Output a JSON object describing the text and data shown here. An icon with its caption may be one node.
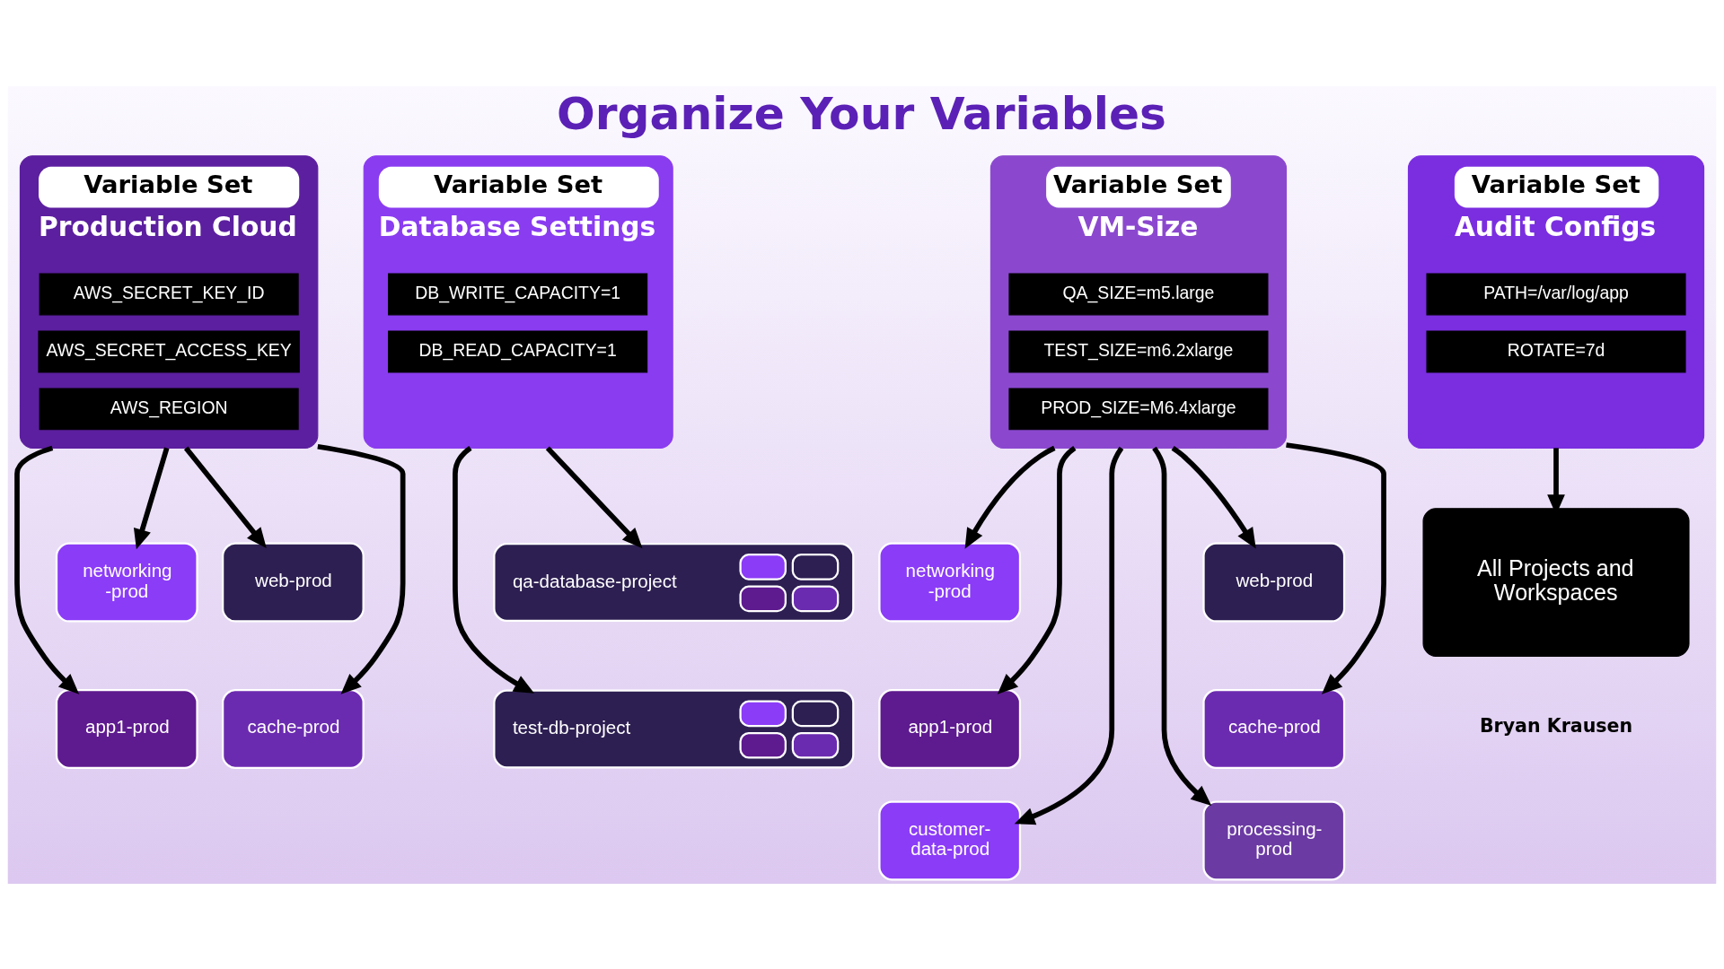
{
  "diagram": {
    "title": "Organize Your Variables",
    "nodes": [
      {
        "text": [
          "Variable Set",
          "Production Cloud"
        ]
      },
      {
        "text": [
          "AWS_SECRET_KEY_ID"
        ],
        "in": 0
      },
      {
        "text": [
          "AWS_SECRET_ACCESS_KEY"
        ],
        "in": 0
      },
      {
        "text": [
          "AWS_REGION"
        ],
        "in": 0
      },
      {
        "text": [
          "Variable Set",
          "Database Settings"
        ]
      },
      {
        "text": [
          "DB_WRITE_CAPACITY=1"
        ],
        "in": 4
      },
      {
        "text": [
          "DB_READ_CAPACITY=1"
        ],
        "in": 4
      },
      {
        "text": [
          "Variable Set",
          "VM-Size"
        ]
      },
      {
        "text": [
          "QA_SIZE=m5.large"
        ],
        "in": 7
      },
      {
        "text": [
          "TEST_SIZE=m6.2xlarge"
        ],
        "in": 7
      },
      {
        "text": [
          "PROD_SIZE=M6.4xlarge"
        ],
        "in": 7
      },
      {
        "text": [
          "Variable Set",
          "Audit Configs"
        ]
      },
      {
        "text": [
          "PATH=/var/log/app"
        ],
        "in": 11
      },
      {
        "text": [
          "ROTATE=7d"
        ],
        "in": 11
      },
      {
        "text": [
          "networking -prod"
        ]
      },
      {
        "text": [
          "web-prod"
        ]
      },
      {
        "text": [
          "app1-prod"
        ]
      },
      {
        "text": [
          "cache-prod"
        ]
      },
      {
        "text": [
          "qa-database-project"
        ]
      },
      {
        "text": [
          "test-db-project"
        ]
      },
      {
        "text": [
          "networking -prod"
        ]
      },
      {
        "text": [
          "web-prod"
        ]
      },
      {
        "text": [
          "app1-prod"
        ]
      },
      {
        "text": [
          "cache-prod"
        ]
      },
      {
        "text": [
          "customer- data-prod"
        ]
      },
      {
        "text": [
          "processing- prod"
        ]
      },
      {
        "text": [
          "All Projects and Workspaces"
        ]
      }
    ],
    "edges": [
      {
        "from": 0,
        "to": 14,
        "arrow": "to"
      },
      {
        "from": 0,
        "to": 15,
        "arrow": "to"
      },
      {
        "from": 0,
        "to": 16,
        "arrow": "to"
      },
      {
        "from": 0,
        "to": 17,
        "arrow": "to"
      },
      {
        "from": 4,
        "to": 18,
        "arrow": "to"
      },
      {
        "from": 4,
        "to": 19,
        "arrow": "to"
      },
      {
        "from": 7,
        "to": 20,
        "arrow": "to"
      },
      {
        "from": 7,
        "to": 21,
        "arrow": "to"
      },
      {
        "from": 7,
        "to": 22,
        "arrow": "to"
      },
      {
        "from": 7,
        "to": 23,
        "arrow": "to"
      },
      {
        "from": 7,
        "to": 24,
        "arrow": "to"
      },
      {
        "from": 7,
        "to": 25,
        "arrow": "to"
      },
      {
        "from": 11,
        "to": 26,
        "arrow": "to"
      }
    ],
    "labels": [
      "Bryan Krausen"
    ]
  }
}
